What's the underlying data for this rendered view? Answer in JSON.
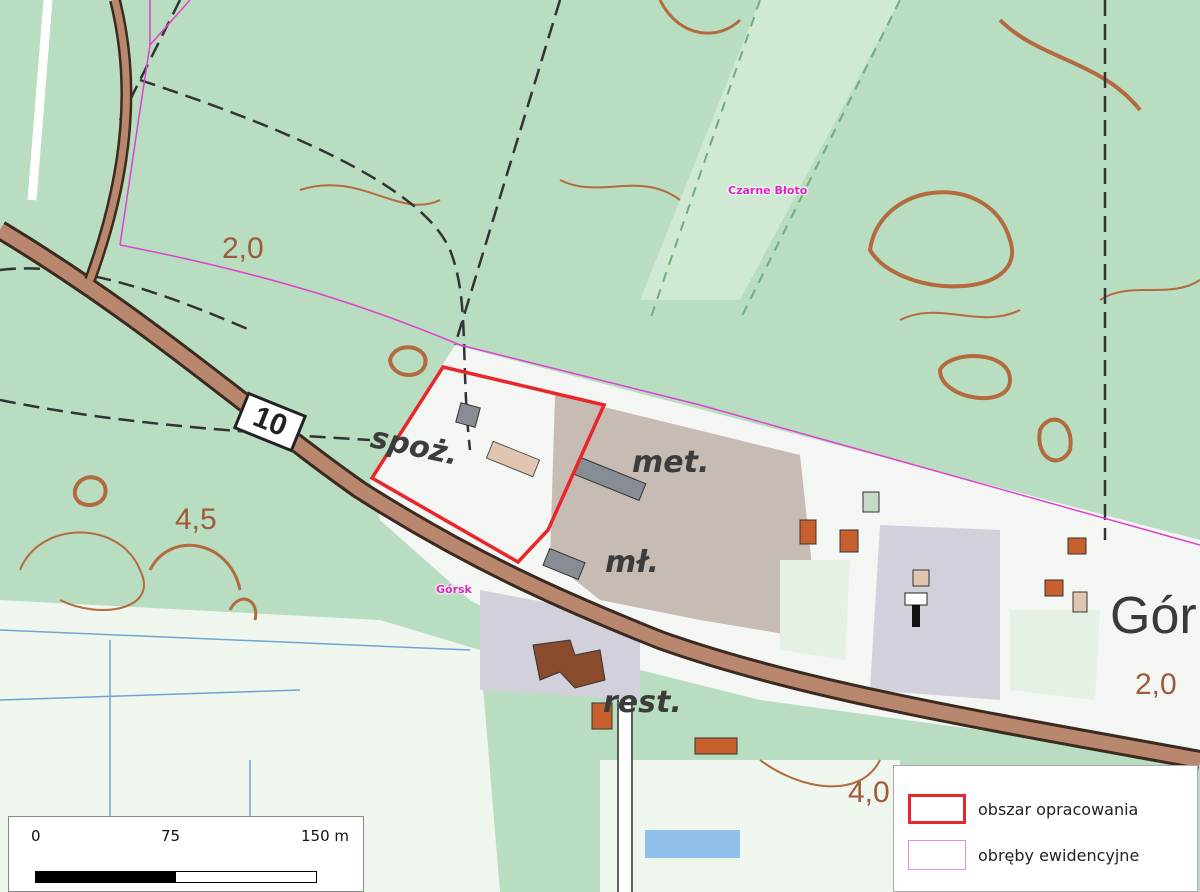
{
  "map": {
    "labels": {
      "land_use": [
        "spoż.",
        "met.",
        "mł.",
        "rest."
      ],
      "elevations": [
        "2,0",
        "4,5",
        "2,0",
        "4,0"
      ],
      "localities": [
        "Czarne Błoto",
        "Górsk"
      ],
      "town": "Gór",
      "road_number": "10"
    },
    "colors": {
      "forest": "#b9ddc0",
      "orchard": "#eef6ee",
      "built_area": "#d2d0da",
      "industrial": "#c7bcb4",
      "road": "#b8876d",
      "contour": "#b36a3e",
      "study_area": "#e8262c",
      "precinct_boundary": "#e040d0"
    }
  },
  "scale": {
    "ticks": [
      "0",
      "75",
      "150 m"
    ]
  },
  "legend": {
    "items": [
      {
        "label": "obszar opracowania",
        "color": "#e8262c"
      },
      {
        "label": "obręby ewidencyjne",
        "color": "#e68ae0"
      }
    ]
  }
}
